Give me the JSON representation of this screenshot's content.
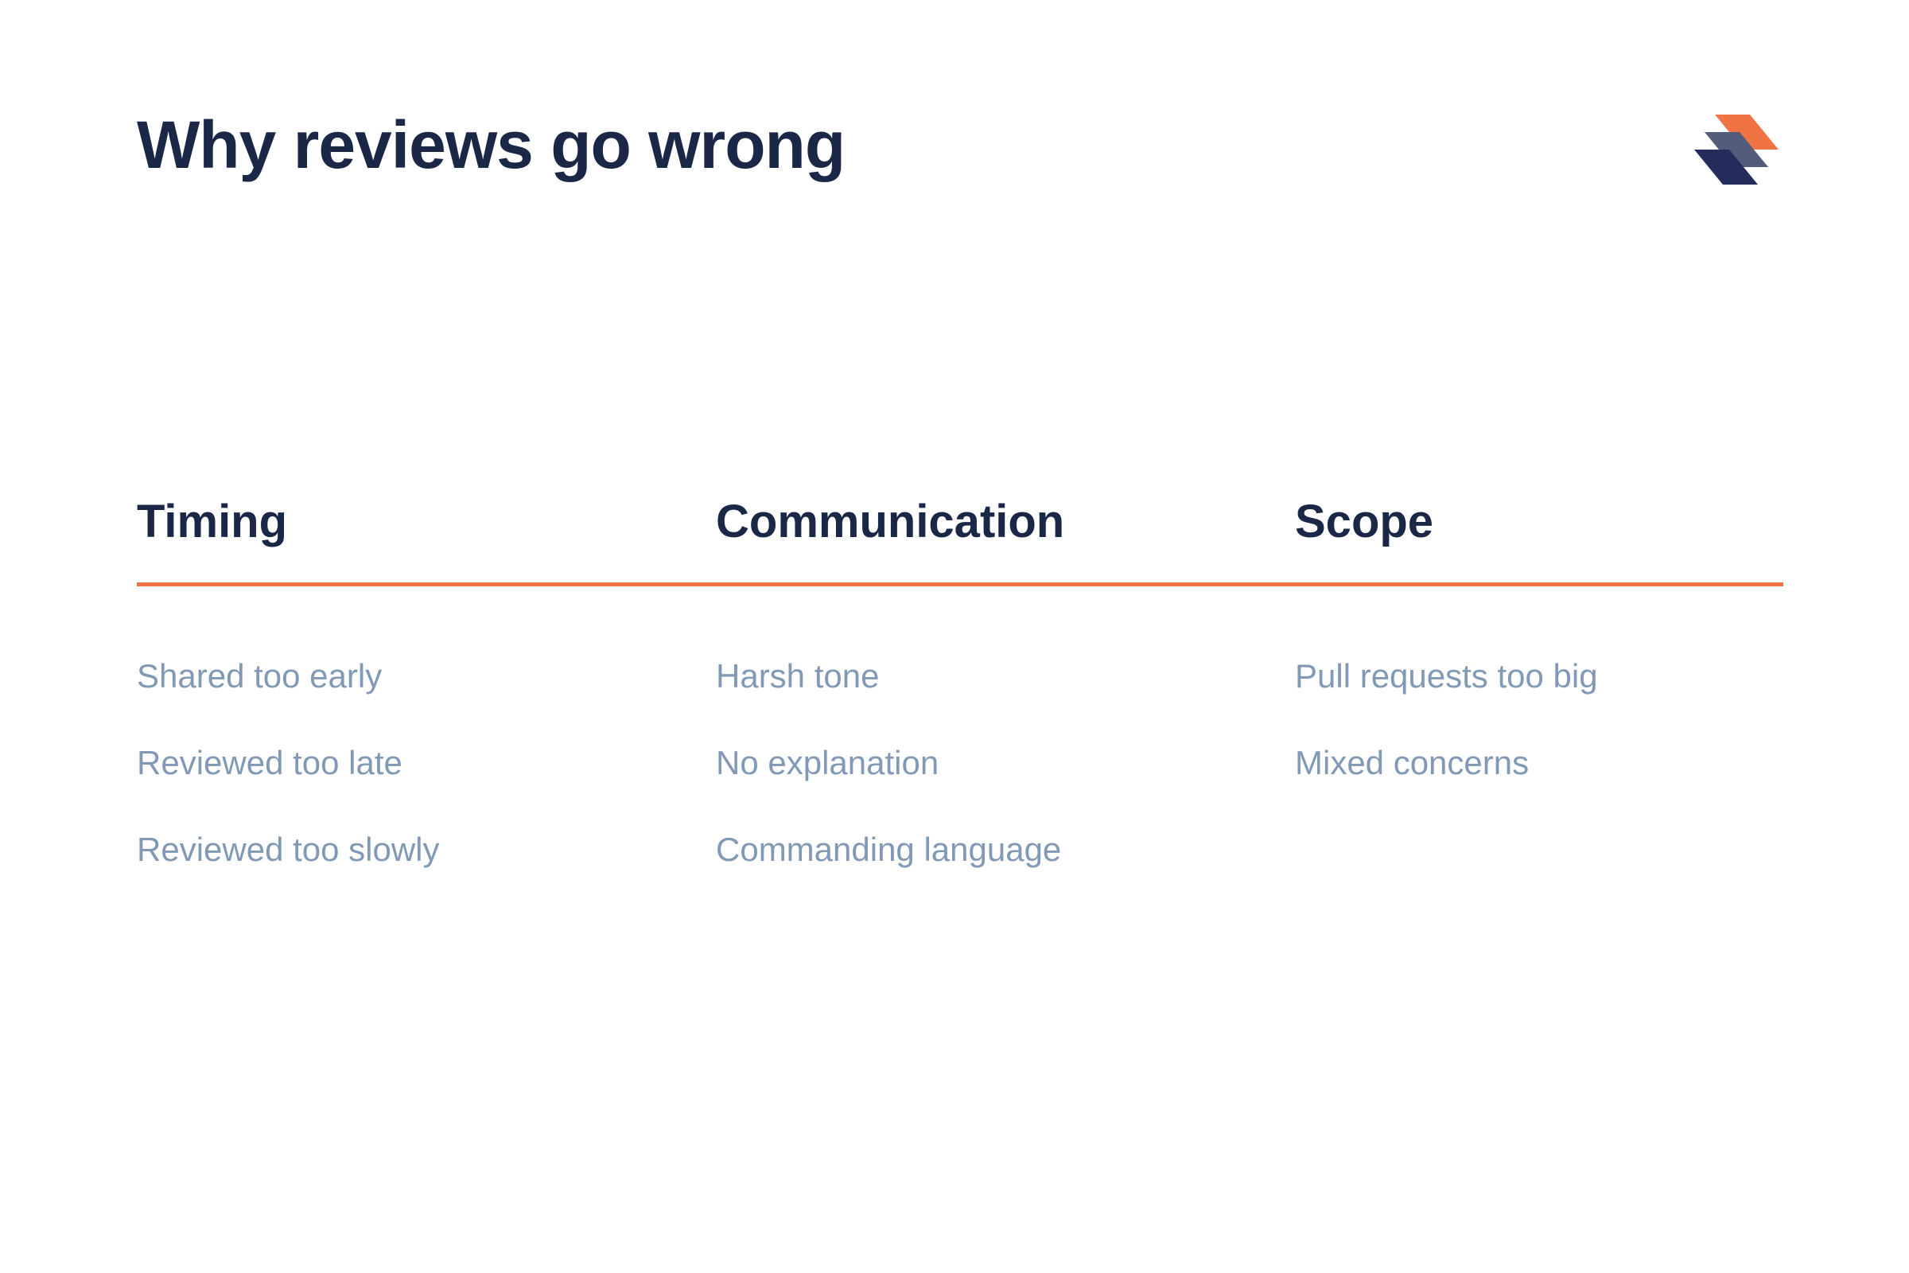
{
  "colors": {
    "navy": "#1b2747",
    "accent": "#f07443",
    "muted": "#8299b6",
    "logo_mid": "#535c7a",
    "logo_bottom": "#232c5a"
  },
  "slide": {
    "title": "Why reviews go wrong",
    "logo_icon": "layered-stack-logo-icon",
    "columns": [
      {
        "heading": "Timing",
        "items": [
          "Shared too early",
          "Reviewed too late",
          "Reviewed too slowly"
        ]
      },
      {
        "heading": "Communication",
        "items": [
          "Harsh tone",
          "No explanation",
          "Commanding language"
        ]
      },
      {
        "heading": "Scope",
        "items": [
          "Pull requests too big",
          "Mixed concerns"
        ]
      }
    ]
  }
}
